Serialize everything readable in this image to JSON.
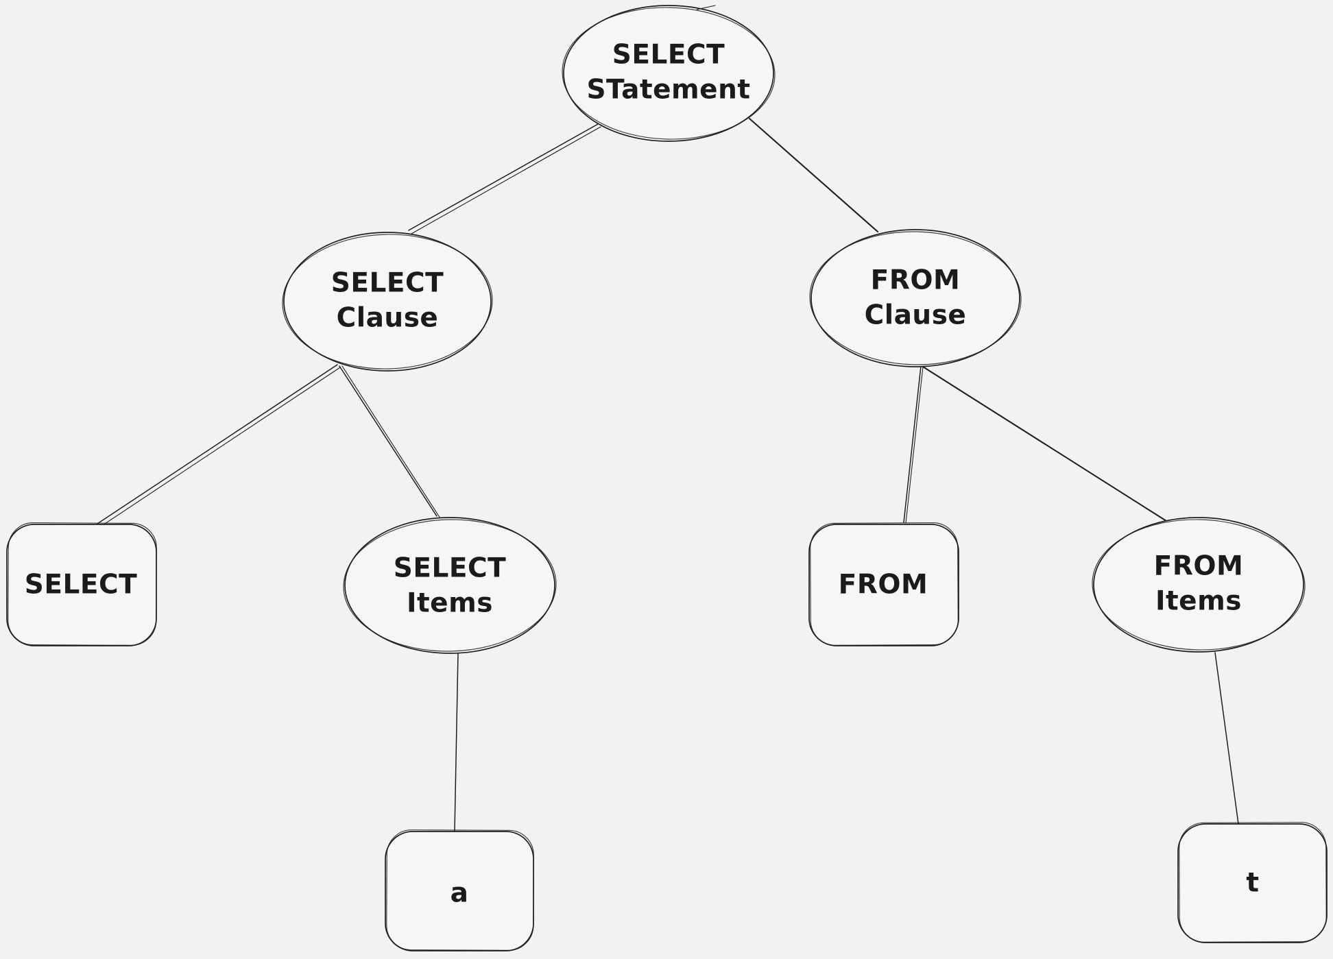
{
  "diagram": {
    "type": "tree",
    "style": "hand-drawn-whiteboard",
    "colors": {
      "background": "#f1f2f4",
      "stroke": "#1e1e1e",
      "text": "#1b1b1b",
      "node_fill": "#f6f6f8"
    },
    "nodes": [
      {
        "id": "select-statement",
        "shape": "ellipse",
        "label": "SELECT\nSTatement"
      },
      {
        "id": "select-clause",
        "shape": "ellipse",
        "label": "SELECT\nClause"
      },
      {
        "id": "from-clause",
        "shape": "ellipse",
        "label": "FROM\nClause"
      },
      {
        "id": "select-keyword",
        "shape": "rounded-rectangle",
        "label": "SELECT"
      },
      {
        "id": "select-items",
        "shape": "ellipse",
        "label": "SELECT\nItems"
      },
      {
        "id": "from-keyword",
        "shape": "rounded-rectangle",
        "label": "FROM"
      },
      {
        "id": "from-items",
        "shape": "ellipse",
        "label": "FROM\nItems"
      },
      {
        "id": "item-a",
        "shape": "rounded-rectangle",
        "label": "a"
      },
      {
        "id": "item-t",
        "shape": "rounded-rectangle",
        "label": "t"
      }
    ],
    "edges": [
      {
        "from": "select-statement",
        "to": "select-clause"
      },
      {
        "from": "select-statement",
        "to": "from-clause"
      },
      {
        "from": "select-clause",
        "to": "select-keyword"
      },
      {
        "from": "select-clause",
        "to": "select-items"
      },
      {
        "from": "select-items",
        "to": "item-a"
      },
      {
        "from": "from-clause",
        "to": "from-keyword"
      },
      {
        "from": "from-clause",
        "to": "from-items"
      },
      {
        "from": "from-items",
        "to": "item-t"
      }
    ]
  }
}
